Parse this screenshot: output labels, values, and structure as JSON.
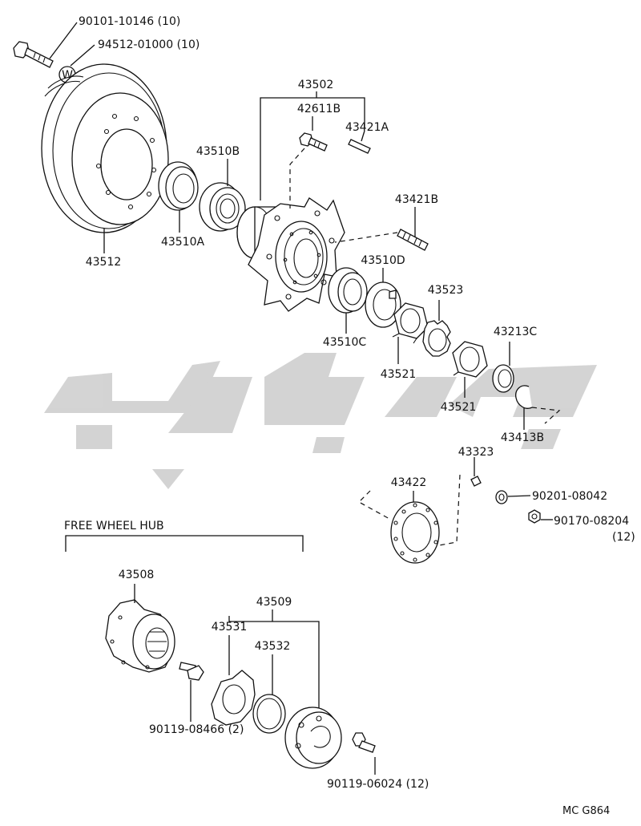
{
  "labels": {
    "bolt_90101": "90101-10146 (10)",
    "washer_94512": "94512-01000 (10)",
    "washer_mark": "W",
    "hub_43502": "43502",
    "bolt_42611": "42611B",
    "pin_43421a": "43421A",
    "bearing_43510b": "43510B",
    "stud_43421b": "43421B",
    "disc_43512": "43512",
    "bearing_43510a": "43510A",
    "seal_43510d": "43510D",
    "washer_43523": "43523",
    "bearing_43510c": "43510C",
    "nut_43521_a": "43521",
    "spacer_43213c": "43213C",
    "nut_43521_b": "43521",
    "ring_43413b": "43413B",
    "cone_43323": "43323",
    "gasket_43422": "43422",
    "washer_90201": "90201-08042",
    "nut_90170": "90170-08204",
    "nut_90170_qty": "(12)",
    "body_43508": "43508",
    "kit_43509": "43509",
    "plate_43531": "43531",
    "ring_43532": "43532",
    "bolt_90119_08466": "90119-08466 (2)",
    "bolt_90119_06024": "90119-06024 (12)"
  },
  "section_title": "FREE WHEEL HUB",
  "diagram_code": "MC G864"
}
